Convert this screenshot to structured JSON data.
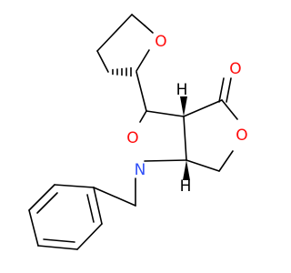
{
  "colors": {
    "bond": "#000000",
    "oxygen": "#ff0d0d",
    "nitrogen": "#3050f8",
    "hydrogen": "#000000"
  },
  "atoms": {
    "o_thf": "O",
    "o_ring_iso": "O",
    "n_iso": "N",
    "o_lactone_ring": "O",
    "o_carbonyl": "O",
    "h_top": "H",
    "h_bottom": "H"
  }
}
